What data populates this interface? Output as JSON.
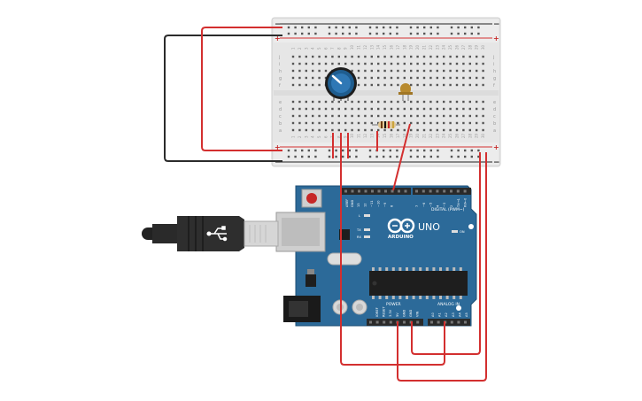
{
  "breadboard": {
    "rows_top": [
      "j",
      "i",
      "h",
      "g",
      "f"
    ],
    "rows_bottom": [
      "e",
      "d",
      "c",
      "b",
      "a"
    ],
    "columns": 30,
    "rail_plus": "+",
    "rail_minus": "−"
  },
  "arduino": {
    "brand": "ARDUINO",
    "model": "UNO",
    "digital_header": "DIGITAL (PWM~)",
    "aref": "AREF",
    "gnd": "GND",
    "digital_pins": [
      "13",
      "12",
      "~11",
      "~10",
      "~9",
      "8",
      "7",
      "~6",
      "~5",
      "4",
      "~3",
      "2",
      "TX→1",
      "RX←0"
    ],
    "power_header": "POWER",
    "power_pins": [
      "IOREF",
      "RESET",
      "3.3V",
      "5V",
      "GND",
      "GND",
      "VIN"
    ],
    "analog_header": "ANALOG IN",
    "analog_pins": [
      "A0",
      "A1",
      "A2",
      "A3",
      "A4",
      "A5"
    ],
    "leds": [
      "L",
      "TX",
      "RX",
      "ON"
    ]
  },
  "components": {
    "potentiometer": "potentiometer",
    "led": "LED",
    "resistor": "resistor",
    "usb": "usb-b-connector"
  },
  "colors": {
    "wire_red": "#d32f2f",
    "wire_black": "#2b2b2b",
    "pcb": "#2c6a99",
    "breadboard": "#e9e9e9",
    "header": "#2a2a2a",
    "knob": "#1f5d8f"
  }
}
